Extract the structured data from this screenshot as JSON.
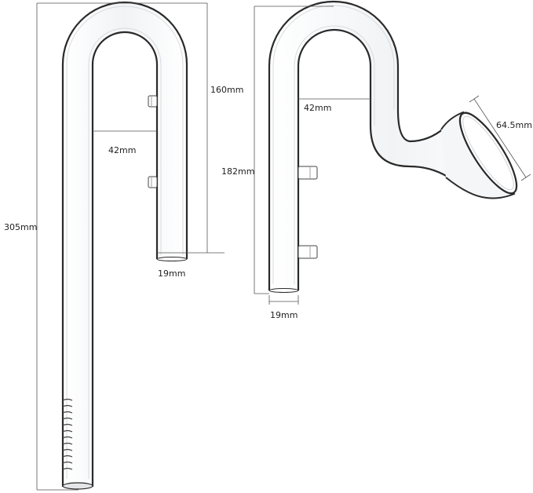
{
  "colors": {
    "tube_outline": "#2a2a2a",
    "glass_fill": "#f7f8f9",
    "dimension_line": "#555555",
    "label_text": "#222222"
  },
  "inflow_pipe": {
    "total_height": "305mm",
    "short_leg_height": "160mm",
    "leg_spacing": "42mm",
    "tube_diameter": "19mm"
  },
  "outflow_pipe": {
    "height": "182mm",
    "leg_spacing": "42mm",
    "tube_diameter": "19mm",
    "outlet_diameter": "64.5mm"
  }
}
